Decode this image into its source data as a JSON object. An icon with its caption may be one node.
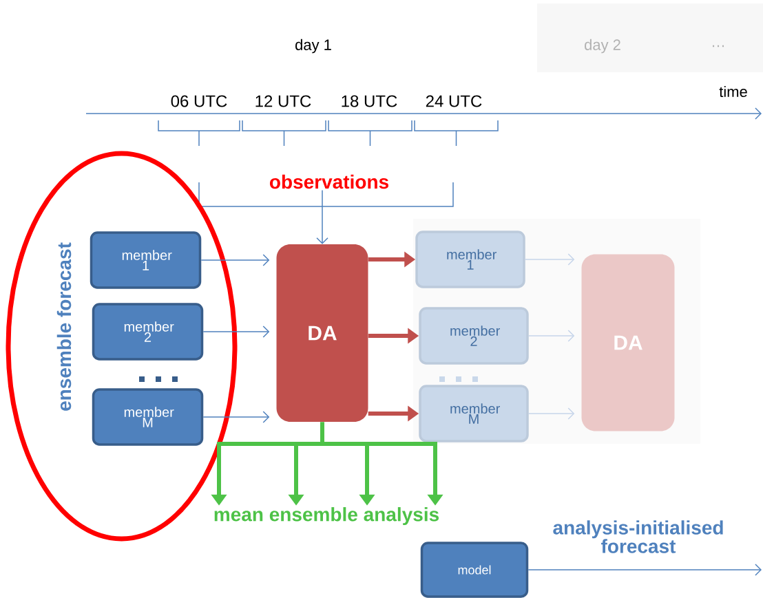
{
  "diagram": {
    "nodes": [
      {
        "text": [
          "ensemble forecast"
        ]
      },
      {
        "text": [
          "member 1"
        ],
        "in": 0
      },
      {
        "text": [
          "member 2"
        ],
        "in": 0
      },
      {
        "text": [
          "member M"
        ],
        "in": 0
      },
      {
        "text": [
          "DA"
        ]
      },
      {
        "text": [
          "member 1"
        ]
      },
      {
        "text": [
          "member 2"
        ]
      },
      {
        "text": [
          "member M"
        ]
      },
      {
        "text": [
          "DA"
        ]
      },
      {
        "text": [
          "model"
        ]
      },
      {
        "text": [
          "observations"
        ]
      },
      {
        "text": [
          "mean ensemble analysis"
        ]
      }
    ],
    "edges": [
      {
        "from": 1,
        "to": 4,
        "arrow": "to"
      },
      {
        "from": 2,
        "to": 4,
        "arrow": "to"
      },
      {
        "from": 3,
        "to": 4,
        "arrow": "to"
      },
      {
        "from": 4,
        "to": 5,
        "arrow": "to",
        "style": "thick",
        "color": "#c0504d"
      },
      {
        "from": 4,
        "to": 6,
        "arrow": "to",
        "style": "thick",
        "color": "#c0504d"
      },
      {
        "from": 4,
        "to": 7,
        "arrow": "to",
        "style": "thick",
        "color": "#c0504d"
      },
      {
        "from": 5,
        "to": 8,
        "arrow": "to",
        "color": "#c6d5ea"
      },
      {
        "from": 6,
        "to": 8,
        "arrow": "to",
        "color": "#c6d5ea"
      },
      {
        "from": 7,
        "to": 8,
        "arrow": "to",
        "color": "#c6d5ea"
      },
      {
        "from": 10,
        "to": 4,
        "arrow": "to"
      },
      {
        "from": 4,
        "to": 11,
        "arrow": "to",
        "style": "thick",
        "color": "#4dc247"
      },
      {
        "from": 9,
        "to": null,
        "arrow": "to",
        "label": "analysis-initialised forecast"
      }
    ],
    "labels": [
      "day 1",
      "day 2",
      "…",
      "time",
      "06 UTC",
      "12 UTC",
      "18 UTC",
      "24 UTC"
    ]
  }
}
